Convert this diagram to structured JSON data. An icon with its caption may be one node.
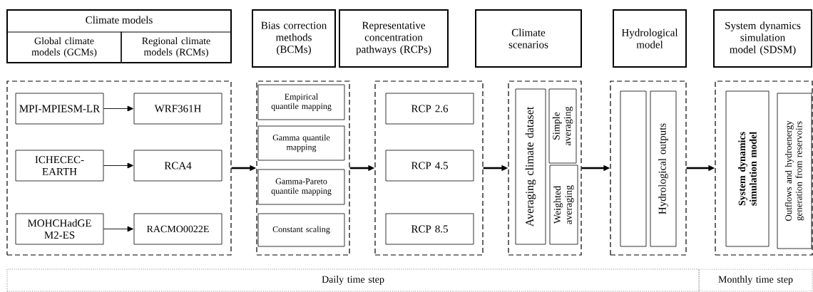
{
  "diagram": {
    "nodes": [
      {
        "text": [
          "Climate models"
        ]
      },
      {
        "text": [
          "Global climate models (GCMs)"
        ],
        "in": 0
      },
      {
        "text": [
          "Regional climate models (RCMs)"
        ],
        "in": 0
      },
      {
        "text": [
          "Bias correction methods (BCMs)"
        ]
      },
      {
        "text": [
          "Representative concentration pathways (RCPs)"
        ]
      },
      {
        "text": [
          "Climate scenarios"
        ]
      },
      {
        "text": [
          "Hydrological model"
        ]
      },
      {
        "text": [
          "System dynamics simulation model (SDSM)"
        ]
      },
      {
        "text": [],
        "shape": "box"
      },
      {
        "text": [
          "MPI-MPIESM-LR"
        ],
        "in": 8
      },
      {
        "text": [
          "WRF361H"
        ],
        "in": 8
      },
      {
        "text": [
          "ICHECEC-EARTH"
        ],
        "in": 8
      },
      {
        "text": [
          "RCA4"
        ],
        "in": 8
      },
      {
        "text": [
          "MOHCHadGE M2-ES"
        ],
        "in": 8
      },
      {
        "text": [
          "RACMO0022E"
        ],
        "in": 8
      },
      {
        "text": [],
        "shape": "box"
      },
      {
        "text": [
          "Empirical quantile mapping"
        ],
        "in": 15
      },
      {
        "text": [
          "Gamma quantile mapping"
        ],
        "in": 15
      },
      {
        "text": [
          "Gamma-Pareto quantile mapping"
        ],
        "in": 15
      },
      {
        "text": [
          "Constant scaling"
        ],
        "in": 15
      },
      {
        "text": [],
        "shape": "box"
      },
      {
        "text": [
          "RCP 2.6"
        ],
        "in": 20
      },
      {
        "text": [
          "RCP 4.5"
        ],
        "in": 20
      },
      {
        "text": [
          "RCP 8.5"
        ],
        "in": 20
      },
      {
        "text": [],
        "shape": "box"
      },
      {
        "text": [
          "Averaging climate dataset"
        ],
        "in": 24
      },
      {
        "text": [
          "Simple averaging"
        ],
        "in": 24
      },
      {
        "text": [
          "Weighted averaging"
        ],
        "in": 24
      },
      {
        "text": [],
        "shape": "box"
      },
      {
        "text": [],
        "shape": "box",
        "in": 28
      },
      {
        "text": [
          "Hydrological outputs"
        ],
        "in": 28
      },
      {
        "text": [],
        "shape": "box"
      },
      {
        "text": [
          "System dynamics simulation model"
        ],
        "in": 31
      },
      {
        "text": [
          "Outflows and hydroenergy generation from reservoirs"
        ],
        "in": 31
      },
      {
        "text": [
          "Daily time step"
        ]
      },
      {
        "text": [
          "Monthly time step"
        ]
      }
    ],
    "edges": [
      {
        "from": 9,
        "to": 10,
        "arrow": "to"
      },
      {
        "from": 11,
        "to": 12,
        "arrow": "to"
      },
      {
        "from": 13,
        "to": 14,
        "arrow": "to"
      },
      {
        "from": 8,
        "to": 15,
        "arrow": "to"
      },
      {
        "from": 15,
        "to": 20,
        "arrow": "to"
      },
      {
        "from": 20,
        "to": 24,
        "arrow": "to"
      },
      {
        "from": 24,
        "to": 28,
        "arrow": "to"
      },
      {
        "from": 28,
        "to": 31,
        "arrow": "to"
      }
    ]
  }
}
